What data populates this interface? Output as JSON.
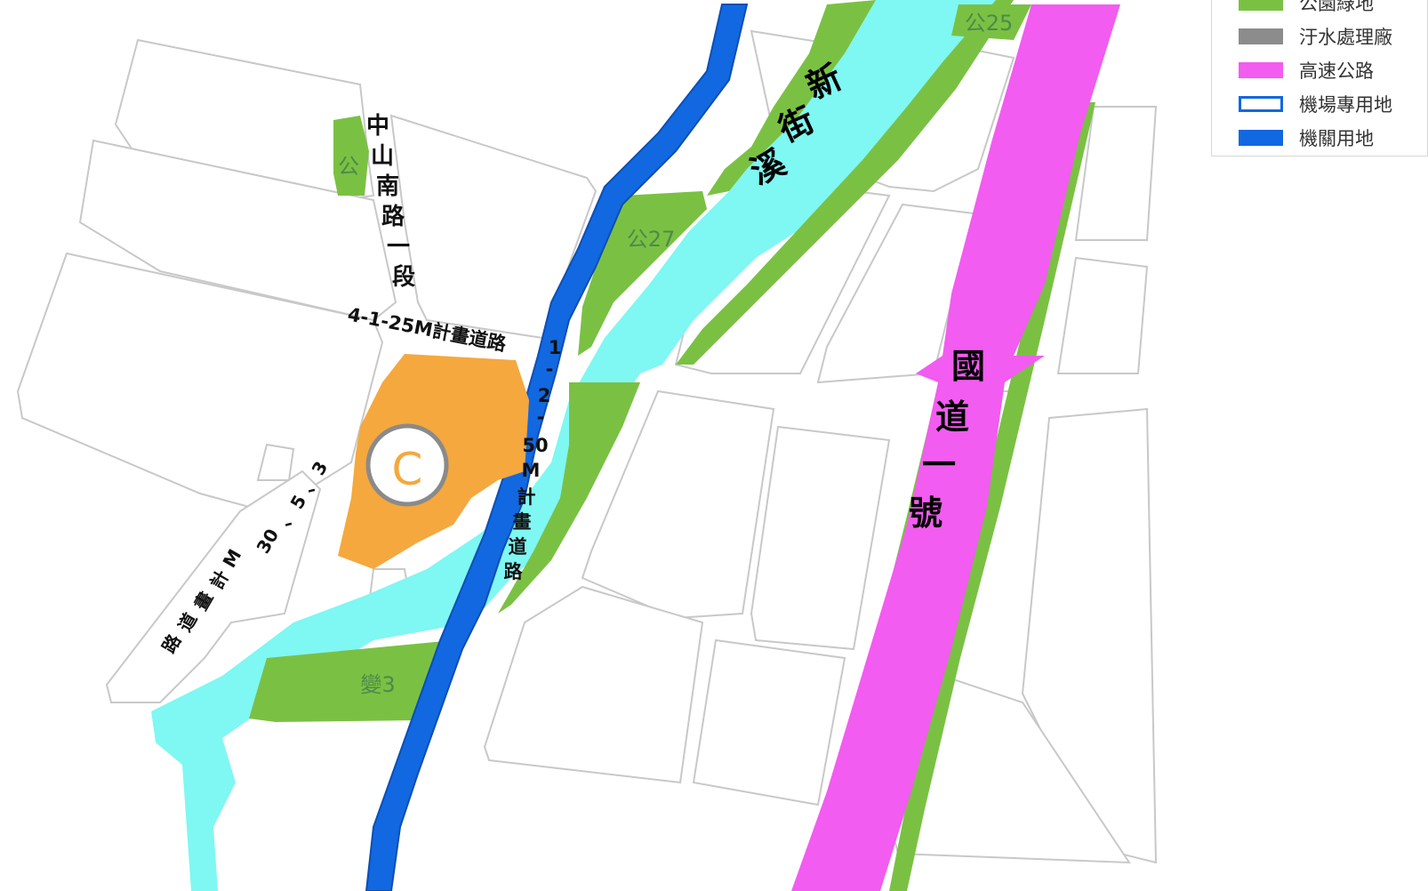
{
  "map": {
    "labels": {
      "zhongshan_road": [
        "中",
        "山",
        "南",
        "路",
        "一",
        "段"
      ],
      "road_4_1": "4-1-25M計畫道路",
      "road_1_2": [
        "1",
        "-",
        "2",
        "-",
        "50",
        "M",
        "計",
        "畫",
        "道",
        "路"
      ],
      "road_3_5": [
        "3",
        "、",
        "5",
        "、",
        "30",
        "M",
        "計",
        "畫",
        "道",
        "路"
      ],
      "creek": [
        "新",
        "街",
        "溪"
      ],
      "freeway": [
        "國",
        "道",
        "一",
        "號"
      ],
      "park_small": "公",
      "park_27": "公27",
      "park_25": "公25",
      "substation_3": "變3",
      "marker": "C"
    },
    "colors": {
      "park": "#7ac143",
      "river": "#7ff7f2",
      "freeway": "#f25cf0",
      "government": "#1268e0",
      "site": "#f5a83e",
      "block_stroke": "#c8c8c8"
    }
  },
  "legend": {
    "items": [
      {
        "label": "公園綠地",
        "color": "#7ac143",
        "style": "fill"
      },
      {
        "label": "汙水處理廠",
        "color": "#8c8c8c",
        "style": "fill"
      },
      {
        "label": "高速公路",
        "color": "#f25cf0",
        "style": "fill"
      },
      {
        "label": "機場專用地",
        "color": "#1268e0",
        "style": "outline"
      },
      {
        "label": "機關用地",
        "color": "#1268e0",
        "style": "fill"
      }
    ]
  }
}
